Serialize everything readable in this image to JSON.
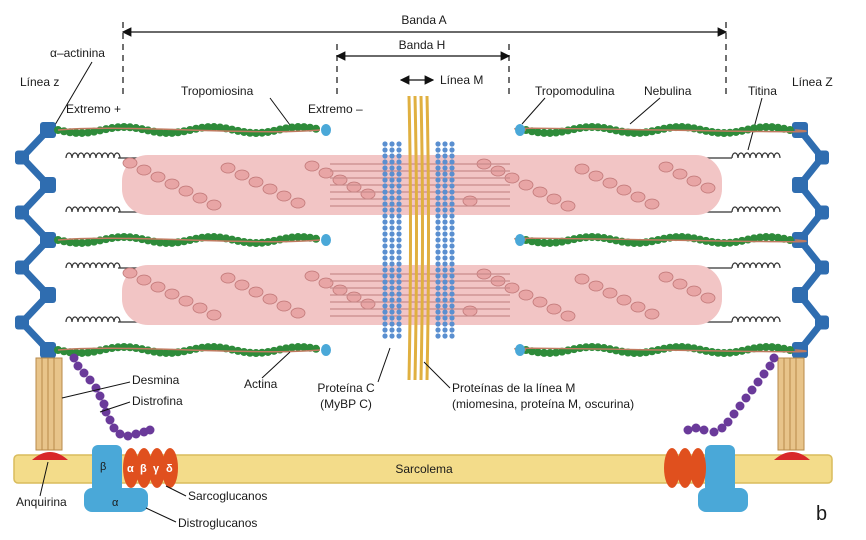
{
  "labels": {
    "banda_a": "Banda A",
    "banda_h": "Banda H",
    "linea_m": "Línea M",
    "alfa_actinina": "α–actinina",
    "linea_z_left": "Línea z",
    "linea_z_right": "Línea Z",
    "extremo_mas": "Extremo +",
    "extremo_menos": "Extremo –",
    "tropomiosina": "Tropomiosina",
    "tropomodulina": "Tropomodulina",
    "nebulina": "Nebulina",
    "titina": "Titina",
    "desmina": "Desmina",
    "distrofina": "Distrofina",
    "actina": "Actina",
    "proteina_c_1": "Proteína C",
    "proteina_c_2": "(MyBP C)",
    "proteinas_m_1": "Proteínas de la línea M",
    "proteinas_m_2": "(miomesina, proteína M, oscurina)",
    "sarcolema": "Sarcolema",
    "anquirina": "Anquirina",
    "sarcoglucanos": "Sarcoglucanos",
    "distroglucanos": "Distroglucanos",
    "beta": "β",
    "alfa": "α",
    "sg_alfa": "α",
    "sg_beta": "β",
    "sg_gamma": "γ",
    "sg_delta": "δ",
    "panel": "b"
  },
  "colors": {
    "actin": "#2e8b3a",
    "myosin": "#e8a5a5",
    "zline": "#2f6db0",
    "cprotein": "#5a8fd0",
    "mline": "#e0b040",
    "sarcolemma": "#f3dc8a",
    "sarcoglycan": "#e0501e",
    "dystroglycan": "#4aa8d8",
    "dystrophin": "#6a3a9a",
    "ankyrin": "#d8282a"
  }
}
